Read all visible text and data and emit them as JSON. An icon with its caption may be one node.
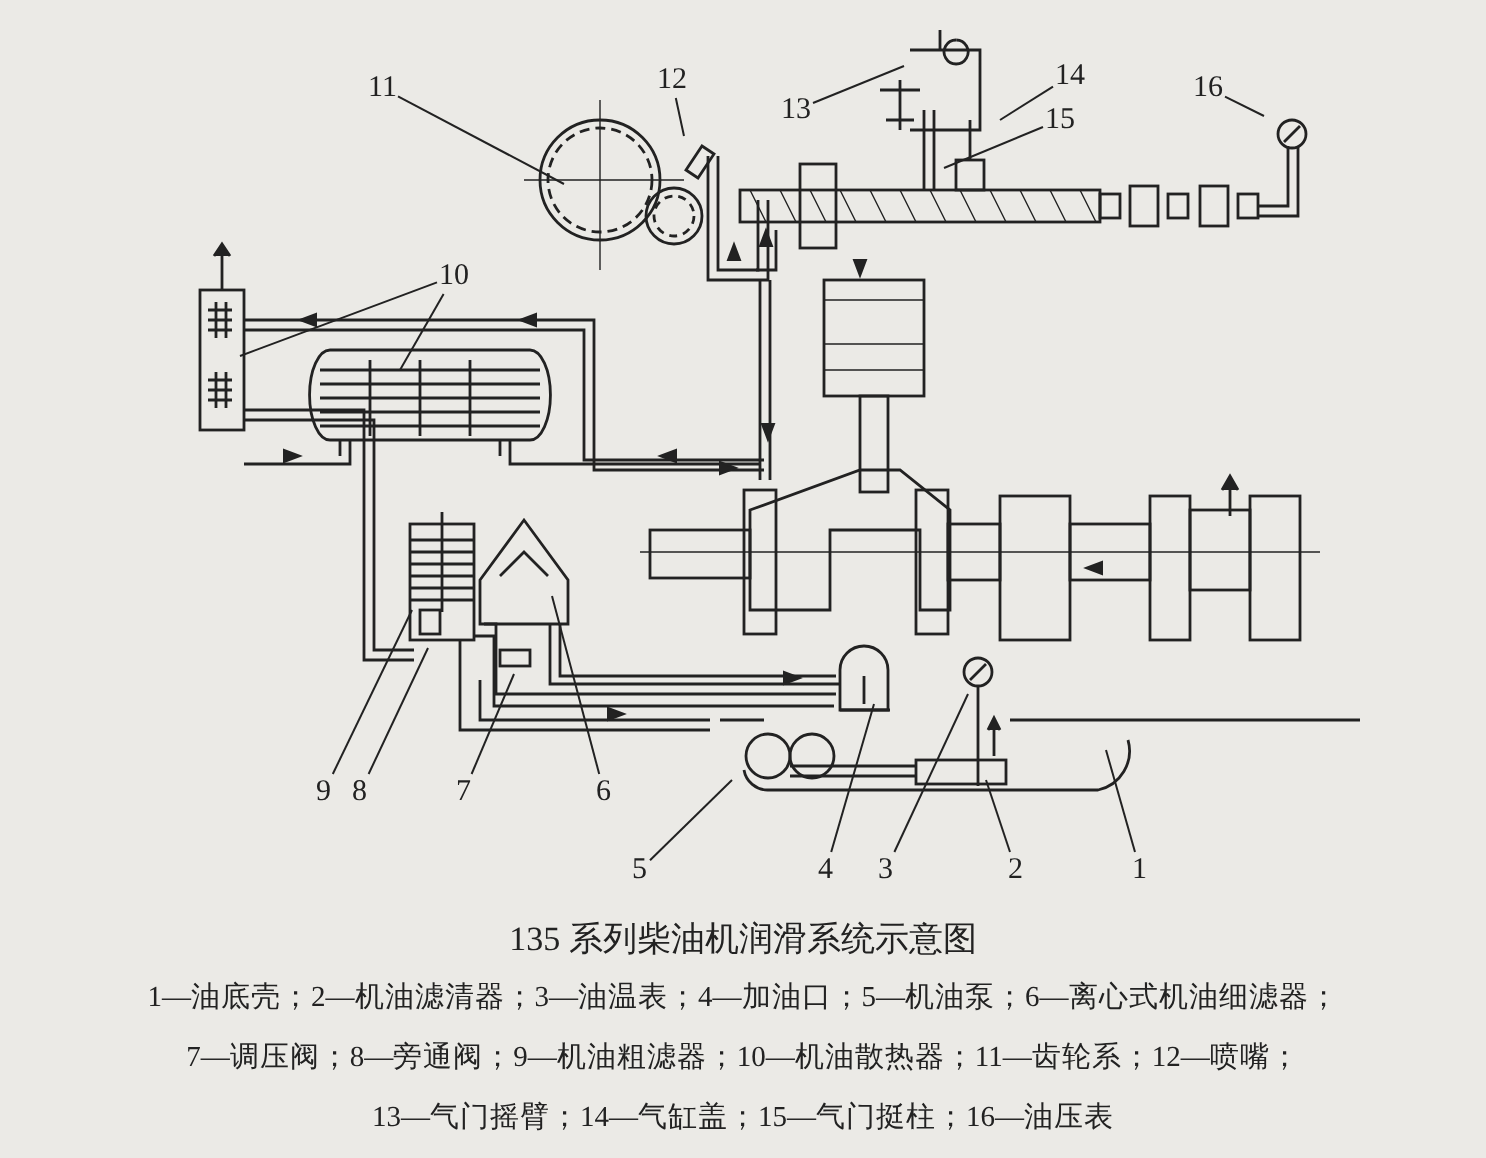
{
  "diagram": {
    "caption": "135 系列柴油机润滑系统示意图",
    "nodes": [
      {
        "text": [
          "1"
        ]
      },
      {
        "text": [
          "2"
        ]
      },
      {
        "text": [
          "3"
        ]
      },
      {
        "text": [
          "4"
        ]
      },
      {
        "text": [
          "5"
        ]
      },
      {
        "text": [
          "6"
        ]
      },
      {
        "text": [
          "7"
        ]
      },
      {
        "text": [
          "8"
        ]
      },
      {
        "text": [
          "9"
        ]
      },
      {
        "text": [
          "10"
        ]
      },
      {
        "text": [
          "11"
        ]
      },
      {
        "text": [
          "12"
        ]
      },
      {
        "text": [
          "13"
        ]
      },
      {
        "text": [
          "14"
        ]
      },
      {
        "text": [
          "15"
        ]
      },
      {
        "text": [
          "16"
        ]
      }
    ],
    "edges": [
      {
        "from": 0,
        "to": null,
        "arrow": "none"
      },
      {
        "from": 1,
        "to": null,
        "arrow": "none"
      },
      {
        "from": 2,
        "to": null,
        "arrow": "none"
      },
      {
        "from": 3,
        "to": null,
        "arrow": "none"
      },
      {
        "from": 4,
        "to": null,
        "arrow": "none"
      },
      {
        "from": 5,
        "to": null,
        "arrow": "none"
      },
      {
        "from": 6,
        "to": null,
        "arrow": "none"
      },
      {
        "from": 7,
        "to": null,
        "arrow": "none"
      },
      {
        "from": 8,
        "to": null,
        "arrow": "none"
      },
      {
        "from": 9,
        "to": null,
        "arrow": "none"
      },
      {
        "from": 9,
        "to": null,
        "arrow": "none"
      },
      {
        "from": 10,
        "to": null,
        "arrow": "none"
      },
      {
        "from": 11,
        "to": null,
        "arrow": "none"
      },
      {
        "from": 12,
        "to": null,
        "arrow": "none"
      },
      {
        "from": 13,
        "to": null,
        "arrow": "none"
      },
      {
        "from": 14,
        "to": null,
        "arrow": "none"
      },
      {
        "from": 15,
        "to": null,
        "arrow": "none"
      }
    ],
    "labels": [
      "1—油底壳；2—机油滤清器；3—油温表；4—加油口；5—机油泵；6—离心式机油细滤器；",
      "7—调压阀；8—旁通阀；9—机油粗滤器；10—机油散热器；11—齿轮系；12—喷嘴；",
      "13—气门摇臂；14—气缸盖；15—气门挺柱；16—油压表"
    ]
  }
}
